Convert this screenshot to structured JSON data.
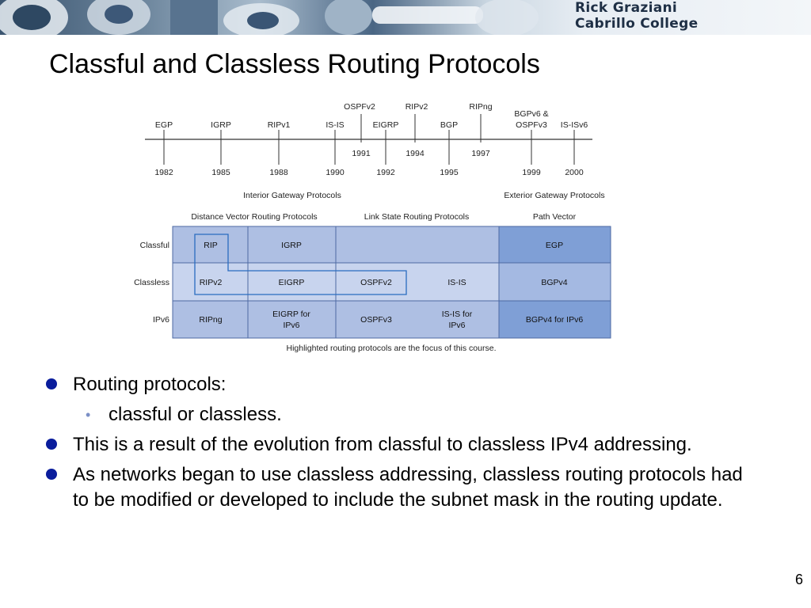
{
  "banner": {
    "line1": "Rick Graziani",
    "line2": "Cabrillo College"
  },
  "title": "Classful and Classless Routing Protocols",
  "timeline": {
    "protocols": [
      {
        "top": "EGP",
        "bottom": "",
        "year": "1982"
      },
      {
        "top": "IGRP",
        "bottom": "",
        "year": "1985"
      },
      {
        "top": "RIPv1",
        "bottom": "",
        "year": "1988"
      },
      {
        "top": "IS-IS",
        "bottom": "",
        "year": "1990"
      },
      {
        "top": "OSPFv2",
        "bottom": "1991",
        "year": ""
      },
      {
        "top": "EIGRP",
        "bottom": "",
        "year": "1992"
      },
      {
        "top": "RIPv2",
        "bottom": "1994",
        "year": ""
      },
      {
        "top": "BGP",
        "bottom": "",
        "year": "1995"
      },
      {
        "top": "RIPng",
        "bottom": "1997",
        "year": ""
      },
      {
        "top": "BGPv6 &",
        "top2": "OSPFv3",
        "bottom": "",
        "year": "1999"
      },
      {
        "top": "IS-ISv6",
        "bottom": "",
        "year": "2000"
      }
    ]
  },
  "table": {
    "group_labels": {
      "igp": "Interior Gateway Protocols",
      "egp": "Exterior Gateway Protocols"
    },
    "headers": [
      "Distance Vector Routing Protocols",
      "Link State Routing Protocols",
      "Path Vector"
    ],
    "row_labels": [
      "Classful",
      "Classless",
      "IPv6"
    ],
    "cells": {
      "classful": [
        "RIP",
        "IGRP",
        "",
        "",
        "EGP"
      ],
      "classless": [
        "RIPv2",
        "EIGRP",
        "OSPFv2",
        "IS-IS",
        "BGPv4"
      ],
      "ipv6": [
        "RIPng",
        "EIGRP for",
        "IPv6",
        "OSPFv3",
        "IS-IS for",
        "IPv6",
        "BGPv4 for IPv6"
      ]
    },
    "footnote": "Highlighted routing protocols are the focus of this course.",
    "colors": {
      "light": "#aebfe3",
      "mid": "#c2d0ec",
      "dark": "#7f9fd6",
      "darker": "#6d8fcd",
      "highlight": "#2a6cc0"
    }
  },
  "bullets": [
    {
      "level": 1,
      "text": "Routing protocols:"
    },
    {
      "level": 2,
      "text": "classful or classless."
    },
    {
      "level": 1,
      "text": "This is a result of the evolution from classful to classless IPv4 addressing."
    },
    {
      "level": 1,
      "text": "As networks began to use classless addressing, classless routing protocols had to be modified or developed to include the subnet mask in the routing update."
    }
  ],
  "page_number": "6"
}
